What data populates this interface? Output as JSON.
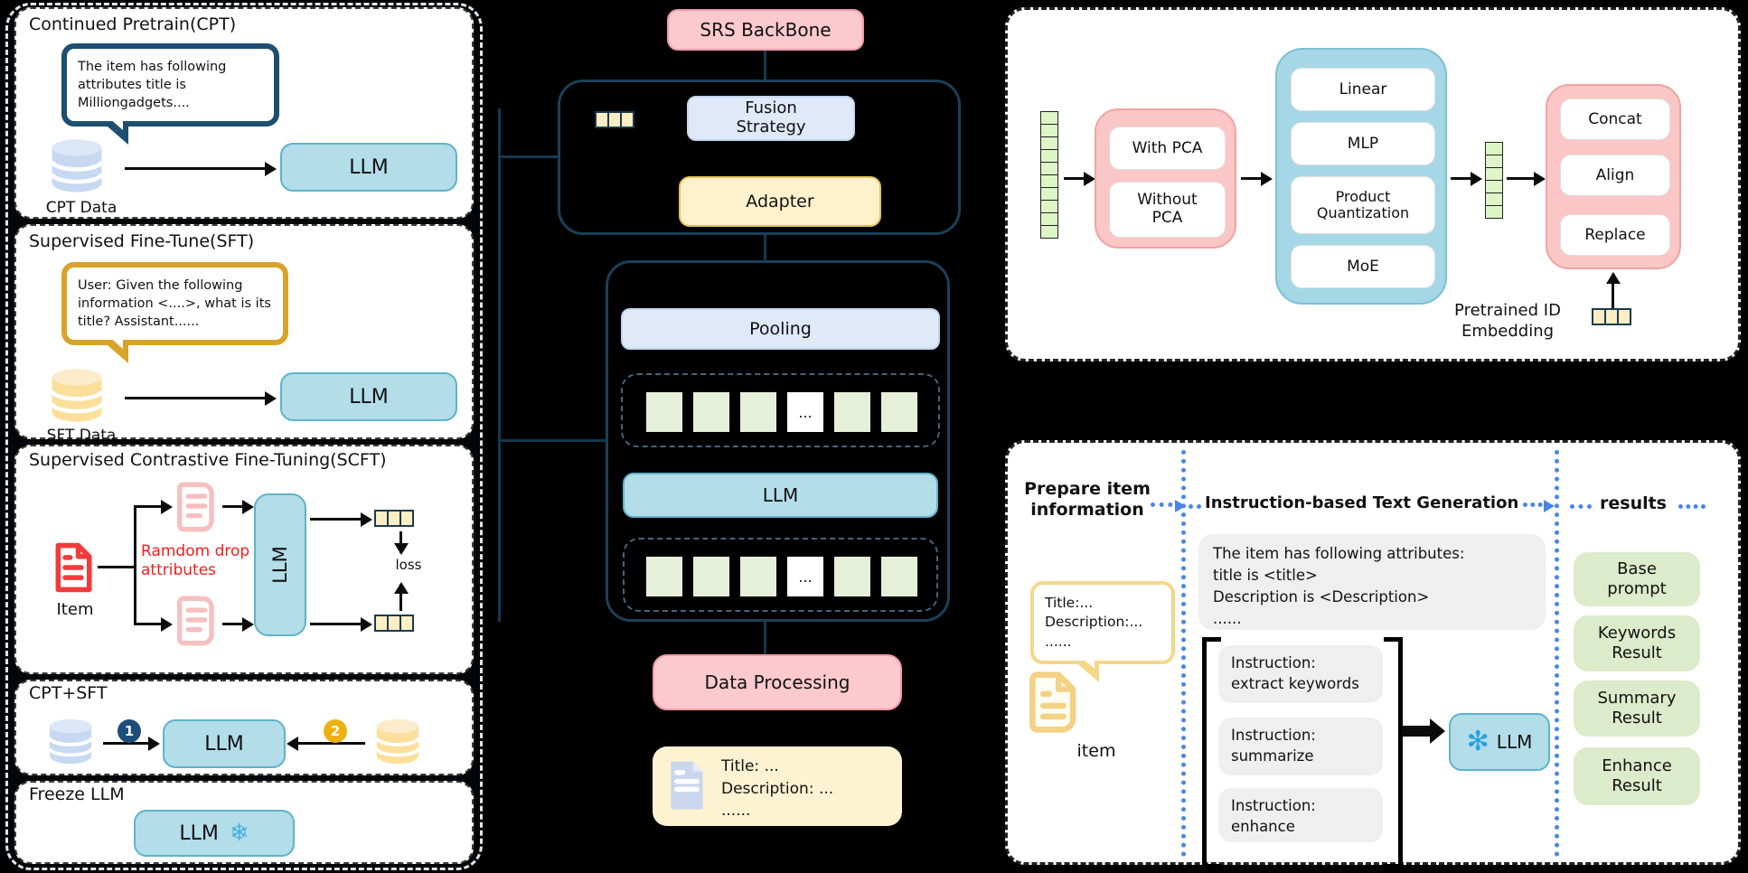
{
  "colors": {
    "teal": "#b2dde9",
    "pink": "#fbc9ce",
    "light_blue": "#dfe9f8",
    "light_yellow": "#fdf2cb",
    "green": "#dcebca",
    "cell_green": "#e5efda",
    "blue_dotted": "#4a86e8",
    "red": "#f23a3a",
    "dark_blue_bubble": "#1d4f70",
    "gold_bubble": "#d9a32a"
  },
  "left": {
    "cpt": {
      "title": "Continued Pretrain(CPT)",
      "bubble": "The item has following attributes title is Milliongadgets....",
      "db": "CPT Data",
      "llm": "LLM"
    },
    "sft": {
      "title": "Supervised Fine-Tune(SFT)",
      "bubble": "User: Given the following information <....>, what is its title? Assistant......",
      "db": "SFT Data",
      "llm": "LLM"
    },
    "scft": {
      "title": "Supervised Contrastive Fine-Tuning(SCFT)",
      "item": "Item",
      "note": "Ramdom drop attributes",
      "llm": "LLM",
      "loss": "loss"
    },
    "cpt_sft": {
      "title": "CPT+SFT",
      "llm": "LLM",
      "step1": "1",
      "step2": "2"
    },
    "freeze": {
      "title": "Freeze LLM",
      "llm": "LLM",
      "snow": "❄"
    }
  },
  "middle": {
    "srs": "SRS BackBone",
    "fusion": "Fusion Strategy",
    "adapter": "Adapter",
    "pooling": "Pooling",
    "llm": "LLM",
    "dots": "...",
    "data_processing": "Data Processing",
    "card": {
      "l1": "Title: ...",
      "l2": "Description: ...",
      "l3": "......"
    }
  },
  "id_panel": {
    "pca": [
      "With PCA",
      "Without PCA"
    ],
    "mods": [
      "Linear",
      "MLP",
      "Product Quantization",
      "MoE"
    ],
    "fuse": [
      "Concat",
      "Align",
      "Replace"
    ],
    "pretrained": "Pretrained ID Embedding"
  },
  "gen_panel": {
    "h1": "Prepare item information",
    "h2": "Instruction-based Text Generation",
    "h3": "results",
    "bubble": {
      "l1": "Title:...",
      "l2": "Description:...",
      "l3": "......"
    },
    "item": "item",
    "prompt": {
      "l1": "The item has following attributes:",
      "l2": "title is <title>",
      "l3": "Description is <Description>",
      "l4": "......"
    },
    "instructions": [
      {
        "head": "Instruction:",
        "task": "extract keywords"
      },
      {
        "head": "Instruction:",
        "task": "summarize"
      },
      {
        "head": "Instruction:",
        "task": "enhance"
      }
    ],
    "llm": "LLM",
    "results": [
      "Base prompt",
      "Keywords Result",
      "Summary Result",
      "Enhance Result"
    ]
  }
}
